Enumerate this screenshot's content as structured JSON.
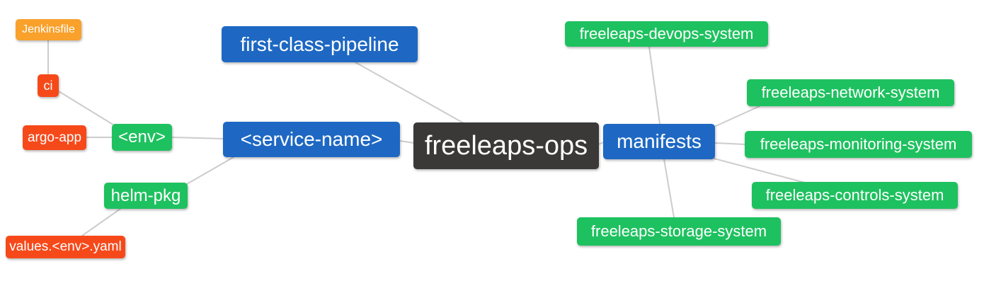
{
  "palette": {
    "root_dark": "#3B3838",
    "branch_blue": "#1E68C3",
    "leaf_green": "#1EC15F",
    "leaf_red": "#F6491A",
    "leaf_orange": "#F9A12B",
    "edge_gray": "#CCCCCC",
    "node_text": "#FFFFFF",
    "background": "#FFFFFF"
  },
  "mindmap": {
    "root_label": "freeleaps-ops",
    "nodes": [
      {
        "id": "jenkinsfile",
        "label": "Jenkinsfile",
        "color": "#F9A12B"
      },
      {
        "id": "ci",
        "label": "ci",
        "color": "#F6491A"
      },
      {
        "id": "argo-app",
        "label": "argo-app",
        "color": "#F6491A"
      },
      {
        "id": "env",
        "label": "<env>",
        "color": "#1EC15F"
      },
      {
        "id": "helm-pkg",
        "label": "helm-pkg",
        "color": "#1EC15F"
      },
      {
        "id": "values-env-yaml",
        "label": "values.<env>.yaml",
        "color": "#F6491A"
      },
      {
        "id": "first-class-pipeline",
        "label": "first-class-pipeline",
        "color": "#1E68C3"
      },
      {
        "id": "service-name",
        "label": "<service-name>",
        "color": "#1E68C3"
      },
      {
        "id": "freeleaps-ops",
        "label": "freeleaps-ops",
        "color": "#3B3838"
      },
      {
        "id": "manifests",
        "label": "manifests",
        "color": "#1E68C3"
      },
      {
        "id": "devops-system",
        "label": "freeleaps-devops-system",
        "color": "#1EC15F"
      },
      {
        "id": "network-system",
        "label": "freeleaps-network-system",
        "color": "#1EC15F"
      },
      {
        "id": "monitoring-system",
        "label": "freeleaps-monitoring-system",
        "color": "#1EC15F"
      },
      {
        "id": "controls-system",
        "label": "freeleaps-controls-system",
        "color": "#1EC15F"
      },
      {
        "id": "storage-system",
        "label": "freeleaps-storage-system",
        "color": "#1EC15F"
      }
    ],
    "edges": [
      {
        "from": "ci",
        "to": "jenkinsfile"
      },
      {
        "from": "env",
        "to": "ci"
      },
      {
        "from": "env",
        "to": "argo-app"
      },
      {
        "from": "service-name",
        "to": "env"
      },
      {
        "from": "service-name",
        "to": "helm-pkg"
      },
      {
        "from": "helm-pkg",
        "to": "values-env-yaml"
      },
      {
        "from": "freeleaps-ops",
        "to": "first-class-pipeline"
      },
      {
        "from": "freeleaps-ops",
        "to": "service-name"
      },
      {
        "from": "freeleaps-ops",
        "to": "manifests"
      },
      {
        "from": "manifests",
        "to": "devops-system"
      },
      {
        "from": "manifests",
        "to": "network-system"
      },
      {
        "from": "manifests",
        "to": "monitoring-system"
      },
      {
        "from": "manifests",
        "to": "controls-system"
      },
      {
        "from": "manifests",
        "to": "storage-system"
      }
    ]
  }
}
